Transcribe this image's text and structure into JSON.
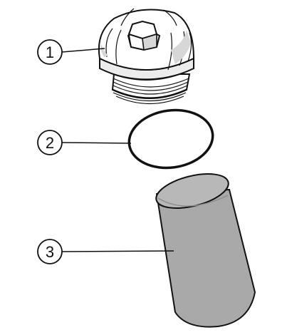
{
  "callouts": [
    {
      "number": "1",
      "part": "oil-filter-cap"
    },
    {
      "number": "2",
      "part": "o-ring-seal"
    },
    {
      "number": "3",
      "part": "filter-element"
    }
  ],
  "colors": {
    "outline": "#111111",
    "part_fill": "#ffffff",
    "shading": "#d7d7d7",
    "filter_fill": "#a9a9a9",
    "filter_top": "#b8b8b8"
  }
}
